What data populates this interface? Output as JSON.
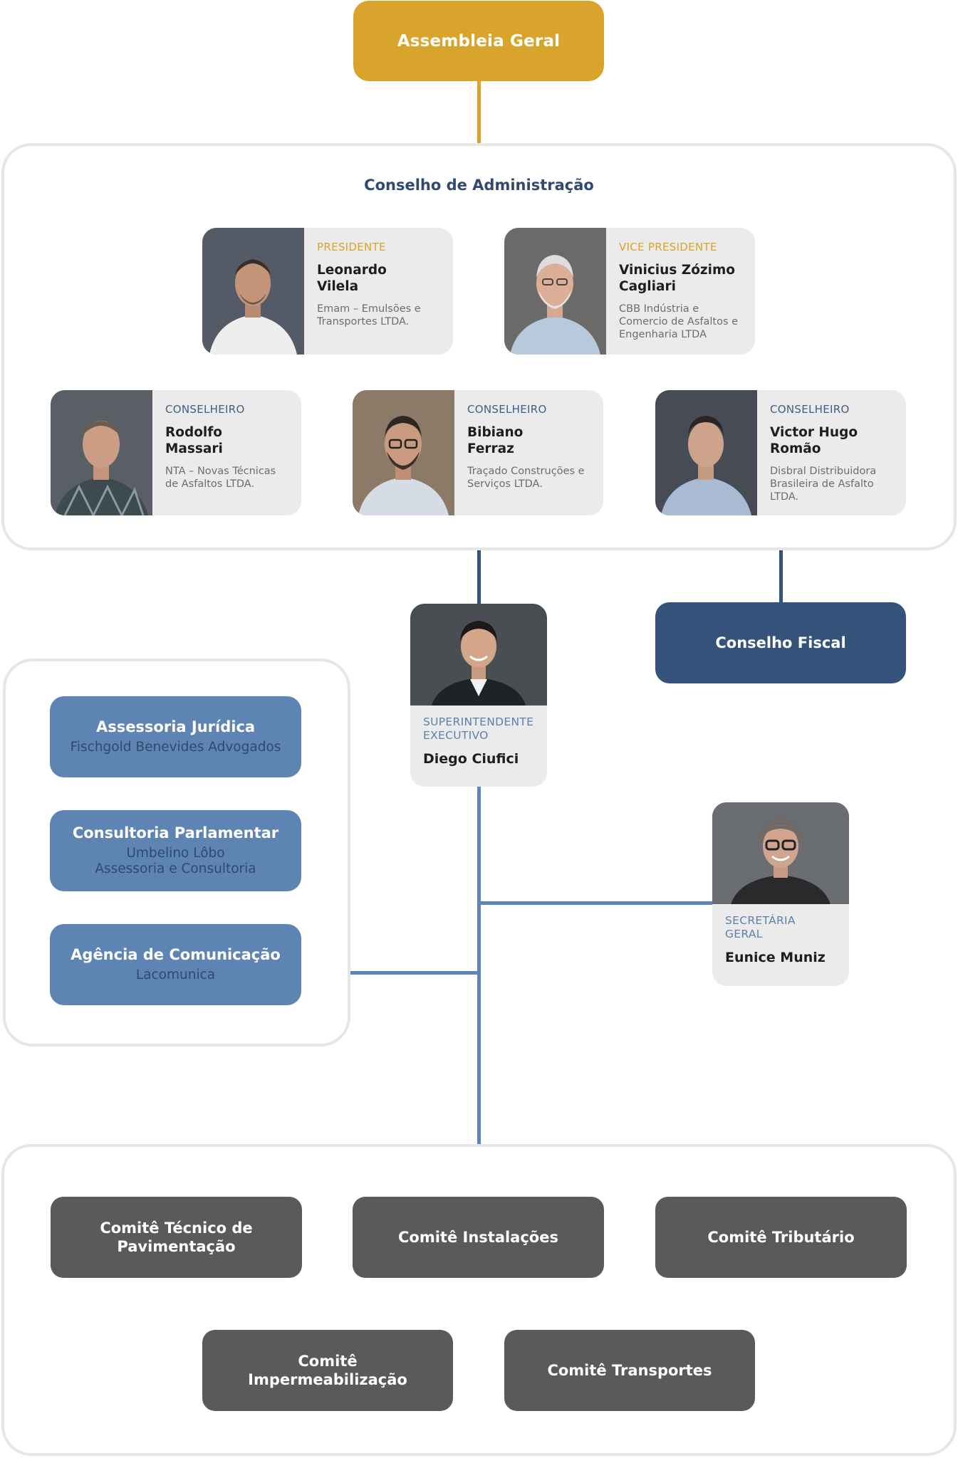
{
  "general_assembly": {
    "label": "Assembleia Geral"
  },
  "board": {
    "title": "Conselho de Administração",
    "members": [
      {
        "role": "PRESIDENTE",
        "name": "Leonardo Vilela",
        "company": "Emam – Emulsões e Transportes LTDA."
      },
      {
        "role": "VICE PRESIDENTE",
        "name": "Vinicius Zózimo Cagliari",
        "company": "CBB Indústria e Comercio de Asfaltos e Engenharia LTDA"
      },
      {
        "role": "CONSELHEIRO",
        "name": "Rodolfo Massari",
        "company": "NTA – Novas Técnicas de Asfaltos LTDA."
      },
      {
        "role": "CONSELHEIRO",
        "name": "Bibiano Ferraz",
        "company": "Traçado Construções e Serviços LTDA."
      },
      {
        "role": "CONSELHEIRO",
        "name": "Victor Hugo Romão",
        "company": "Disbral Distribuidora Brasileira de Asfalto LTDA."
      }
    ]
  },
  "fiscal_council": {
    "label": "Conselho Fiscal"
  },
  "superintendent": {
    "role": "SUPERINTENDENTE EXECUTIVO",
    "name": "Diego Ciufici"
  },
  "secretary": {
    "role": "SECRETÁRIA GERAL",
    "name": "Eunice Muniz"
  },
  "advisors": [
    {
      "title": "Assessoria Jurídica",
      "subtitle": "Fischgold Benevides Advogados"
    },
    {
      "title": "Consultoria Parlamentar",
      "subtitle": "Umbelino Lôbo\nAssessoria e Consultoria"
    },
    {
      "title": "Agência de Comunicação",
      "subtitle": "Lacomunica"
    }
  ],
  "committees": [
    {
      "label": "Comitê Técnico de Pavimentação"
    },
    {
      "label": "Comitê Instalações"
    },
    {
      "label": "Comitê Tributário"
    },
    {
      "label": "Comitê Impermeabilização"
    },
    {
      "label": "Comitê Transportes"
    }
  ],
  "colors": {
    "gold": "#d9a42b",
    "navy": "#35527a",
    "steel": "#5e84b3",
    "gray": "#5a5a5a",
    "card": "#ebebeb"
  }
}
